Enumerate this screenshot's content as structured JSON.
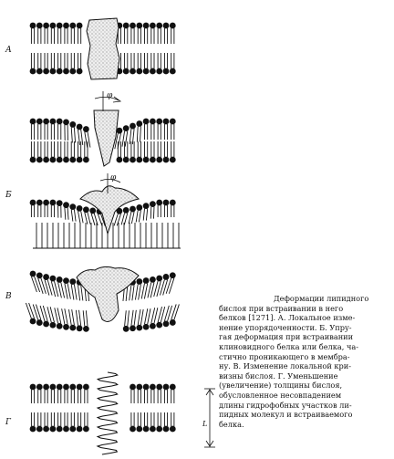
{
  "figure": {
    "panels": [
      {
        "letter": "А",
        "kind": "local-disorder"
      },
      {
        "letter": "",
        "kind": "wedge-elastic"
      },
      {
        "letter": "Б",
        "kind": "partial-penetration"
      },
      {
        "letter": "В",
        "kind": "curvature-change"
      },
      {
        "letter": "Г",
        "kind": "thickness-mismatch"
      }
    ],
    "angle_label": "φ",
    "thickness_label": "L",
    "colors": {
      "ink": "#111111",
      "protein_fill": "#e6e6e6",
      "paper": "#ffffff"
    }
  },
  "caption": {
    "lines": [
      "Деформации липидного",
      "бислоя при встраивании в него",
      "белков [1271]. А. Локальное изме-",
      "нение упорядоченности. Б. Упру-",
      "гая деформация при встраивании",
      "клиновидного белка или белка, ча-",
      "стично проникающего в мембра-",
      "ну. В. Изменение локальной кри-",
      "визны бислоя. Г. Уменьшение",
      "(увеличение) толщины бислоя,",
      "обусловленное несовпадением",
      "длины гидрофобных участков ли-",
      "пидных молекул и встраиваемого",
      "белка."
    ]
  }
}
